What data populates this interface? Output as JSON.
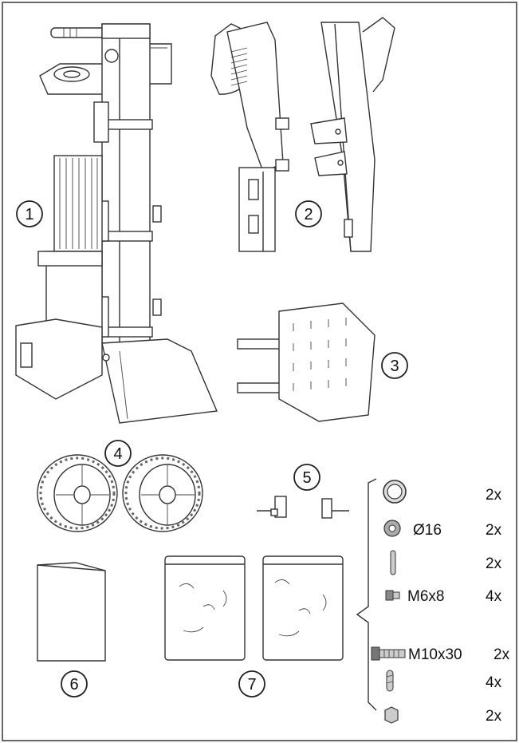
{
  "parts": [
    {
      "id": "part-1",
      "number": "1"
    },
    {
      "id": "part-2",
      "number": "2"
    },
    {
      "id": "part-3",
      "number": "3"
    },
    {
      "id": "part-4",
      "number": "4"
    },
    {
      "id": "part-5",
      "number": "5"
    },
    {
      "id": "part-6",
      "number": "6"
    },
    {
      "id": "part-7",
      "number": "7"
    }
  ],
  "hardware": [
    {
      "icon": "washer-ring-icon",
      "label": "",
      "qty": "2x"
    },
    {
      "icon": "flat-washer-icon",
      "label": "Ø16",
      "qty": "2x"
    },
    {
      "icon": "pin-icon",
      "label": "",
      "qty": "2x"
    },
    {
      "icon": "short-bolt-icon",
      "label": "M6x8",
      "qty": "4x"
    },
    {
      "icon": "long-bolt-icon",
      "label": "M10x30",
      "qty": "2x"
    },
    {
      "icon": "spring-pin-icon",
      "label": "",
      "qty": "4x"
    },
    {
      "icon": "nut-icon",
      "label": "",
      "qty": "2x"
    }
  ]
}
